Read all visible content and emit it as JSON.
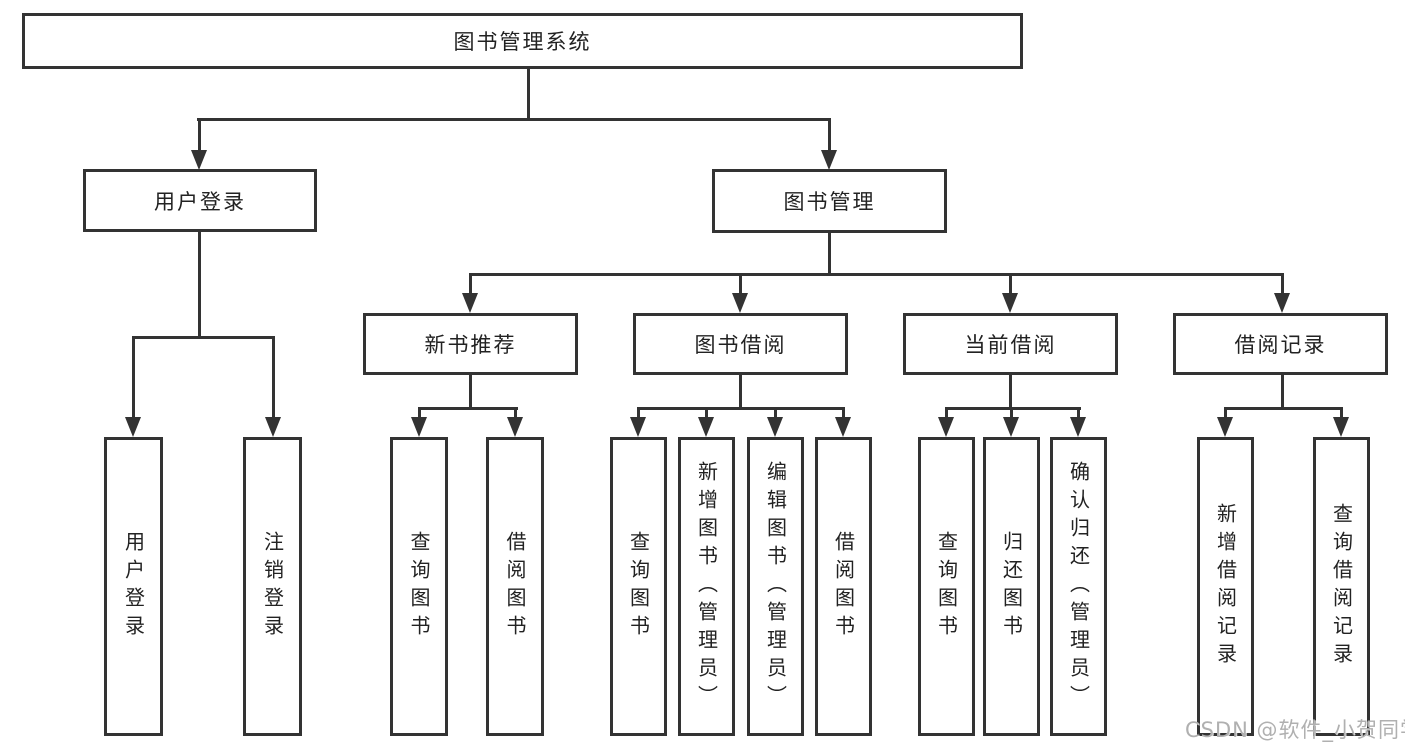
{
  "tree": {
    "root": "图书管理系统",
    "branches": [
      {
        "label": "用户登录",
        "leaves": [
          "用户登录",
          "注销登录"
        ]
      },
      {
        "label": "图书管理",
        "groups": [
          {
            "label": "新书推荐",
            "leaves": [
              "查询图书",
              "借阅图书"
            ]
          },
          {
            "label": "图书借阅",
            "leaves": [
              "查询图书",
              "新增图书（管理员）",
              "编辑图书（管理员）",
              "借阅图书"
            ]
          },
          {
            "label": "当前借阅",
            "leaves": [
              "查询图书",
              "归还图书",
              "确认归还（管理员）"
            ]
          },
          {
            "label": "借阅记录",
            "leaves": [
              "新增借阅记录",
              "查询借阅记录"
            ]
          }
        ]
      }
    ]
  },
  "watermark": {
    "text": "CSDN @软件_小贺同学"
  },
  "colors": {
    "line": "#333333",
    "box_background": "#ffffff",
    "text": "#222222",
    "watermark": "#b0b0b0"
  }
}
